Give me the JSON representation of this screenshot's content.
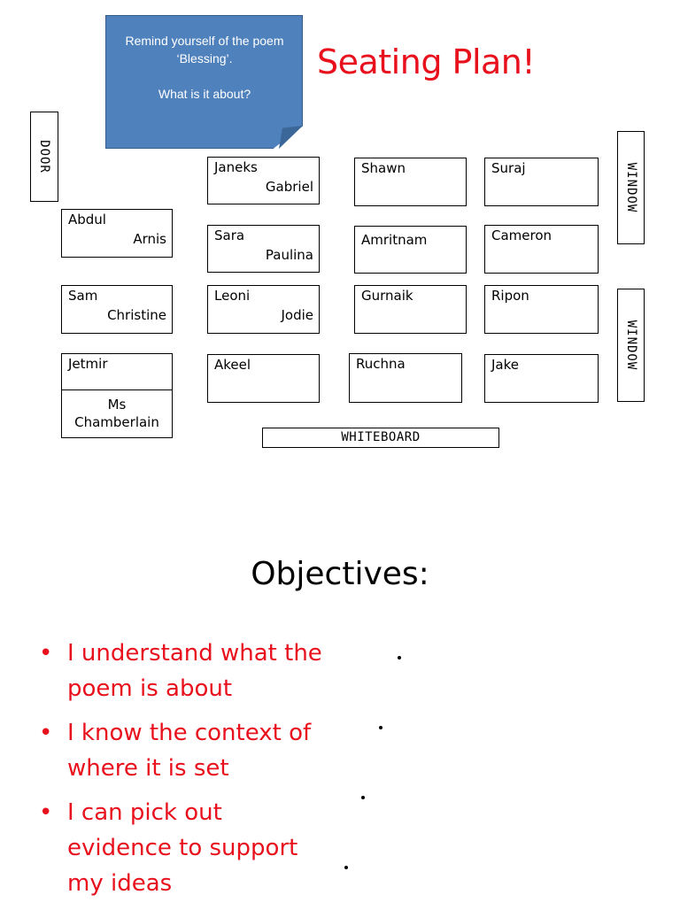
{
  "note": {
    "line1": "Remind yourself of the poem ‘Blessing’.",
    "line2": "What is it about?"
  },
  "title": "Seating Plan!",
  "room": {
    "door": "DOOR",
    "window_top": "WINDOW",
    "window_bottom": "WINDOW",
    "whiteboard": "WHITEBOARD"
  },
  "desks": {
    "janeks_gabriel": [
      "Janeks",
      "Gabriel"
    ],
    "shawn": [
      "Shawn"
    ],
    "suraj": [
      "Suraj"
    ],
    "abdul_arnis": [
      "Abdul",
      "Arnis"
    ],
    "sara_paulina": [
      "Sara",
      "Paulina"
    ],
    "amritnam": [
      "Amritnam"
    ],
    "cameron": [
      "Cameron"
    ],
    "sam_christine": [
      "Sam",
      "Christine"
    ],
    "leoni_jodie": [
      "Leoni",
      "Jodie"
    ],
    "gurnaik": [
      "Gurnaik"
    ],
    "ripon": [
      "Ripon"
    ],
    "jetmir": [
      "Jetmir"
    ],
    "akeel": [
      "Akeel"
    ],
    "ruchna": [
      "Ruchna"
    ],
    "jake": [
      "Jake"
    ],
    "teacher": [
      "Ms",
      "Chamberlain"
    ]
  },
  "objectives": {
    "heading": "Objectives:",
    "bullet": "•",
    "items": [
      "I understand what the poem is about",
      "I know the context of where it is set",
      "I can pick out evidence to support my ideas"
    ]
  }
}
